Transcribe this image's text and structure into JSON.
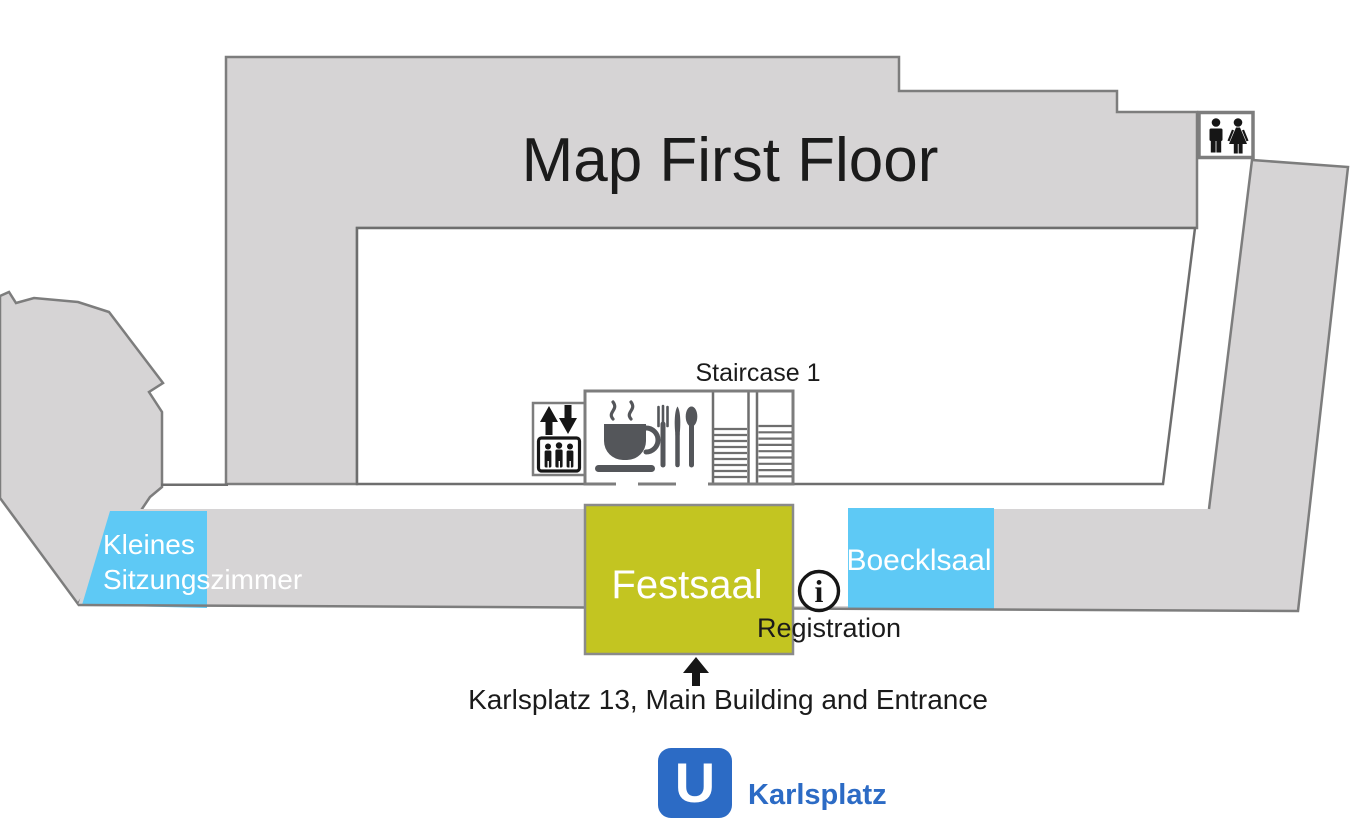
{
  "title": "Map First Floor",
  "colors": {
    "building_fill": "#d6d4d5",
    "building_outline": "#7d7d7d",
    "inner_outline": "#6e6e6e",
    "room_blue": "#5ec9f5",
    "room_yellow": "#c3c521",
    "ubahn_blue": "#2c6bc5",
    "icon_dark": "#54565a",
    "text_black": "#1b1b1b",
    "room_label_white": "#ffffff"
  },
  "rooms": {
    "festsaal": {
      "label": "Festsaal",
      "color": "#c3c521"
    },
    "boecklsaal": {
      "label": "Boecklsaal",
      "color": "#5ec9f5"
    },
    "kleines_sitzungszimmer": {
      "label_line1": "Kleines",
      "label_line2": "Sitzungszimmer",
      "color": "#5ec9f5"
    }
  },
  "labels": {
    "staircase": "Staircase 1",
    "registration": "Registration",
    "entrance_note": "Karlsplatz 13, Main Building and Entrance",
    "station_name": "Karlsplatz",
    "ubahn_symbol": "U",
    "info_symbol": "i"
  },
  "icons": {
    "restroom": "restroom-icon",
    "elevator": "elevator-icon",
    "coffee": "coffee-cup-icon",
    "cutlery": "cutlery-icon",
    "staircase": "staircase-icon",
    "info": "info-icon",
    "entrance_arrow": "arrow-up-icon",
    "ubahn": "ubahn-logo"
  }
}
